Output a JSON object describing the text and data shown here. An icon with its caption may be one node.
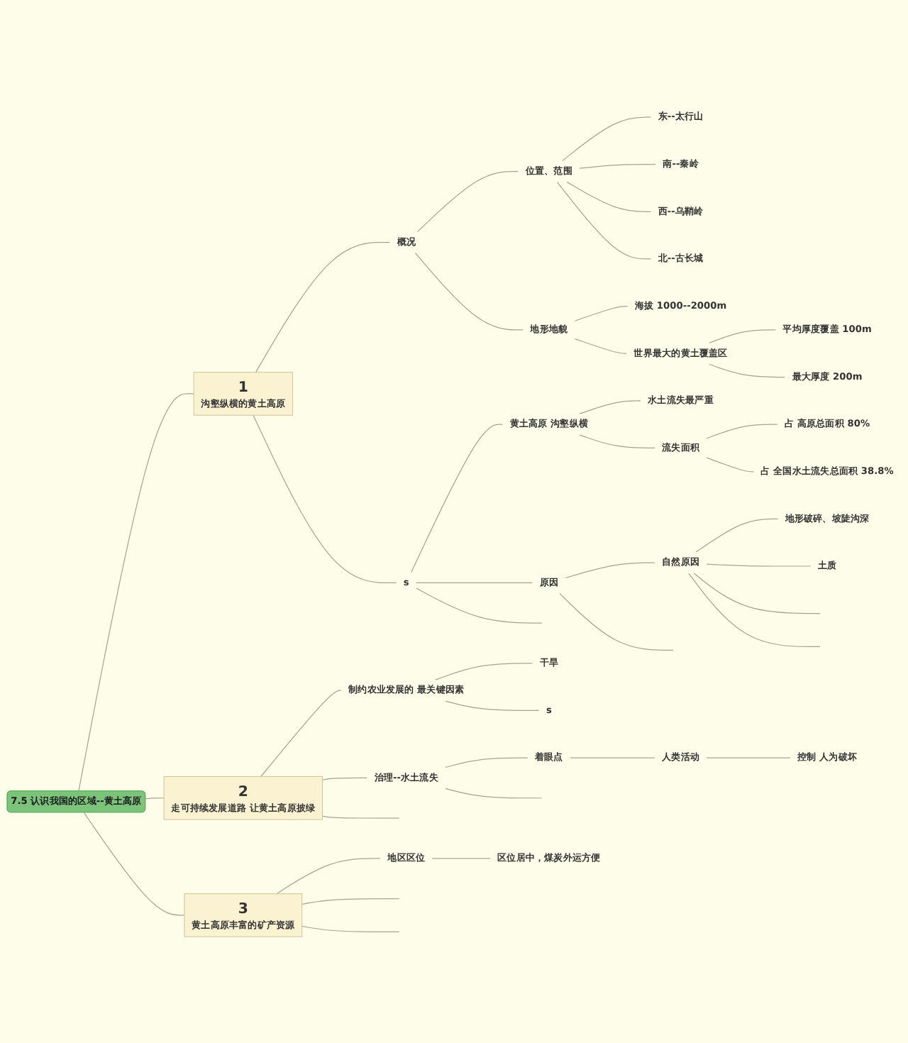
{
  "diagram": {
    "nodes": [
      {
        "text": [
          "7.5 认识我国的区域--黄土高原"
        ]
      },
      {
        "text": [
          "1",
          "沟壑纵横的黄土高原"
        ]
      },
      {
        "text": [
          "概况"
        ]
      },
      {
        "text": [
          "位置、范围"
        ]
      },
      {
        "text": [
          "东--太行山"
        ]
      },
      {
        "text": [
          "南--秦岭"
        ]
      },
      {
        "text": [
          "西--乌鞘岭"
        ]
      },
      {
        "text": [
          "北--古长城"
        ]
      },
      {
        "text": [
          "地形地貌"
        ]
      },
      {
        "text": [
          "海拔 1000--2000m"
        ]
      },
      {
        "text": [
          "世界最大的黄土覆盖区"
        ]
      },
      {
        "text": [
          "平均厚度覆盖 100m"
        ]
      },
      {
        "text": [
          "最大厚度 200m"
        ]
      },
      {
        "text": [
          "s"
        ]
      },
      {
        "text": [
          "黄土高原 沟壑纵横"
        ]
      },
      {
        "text": [
          "水土流失最严重"
        ]
      },
      {
        "text": [
          "流失面积"
        ]
      },
      {
        "text": [
          "占 高原总面积 80%"
        ]
      },
      {
        "text": [
          "占 全国水土流失总面积 38.8%"
        ]
      },
      {
        "text": [
          "原因"
        ]
      },
      {
        "text": [
          "自然原因"
        ]
      },
      {
        "text": [
          "地形破碎、坡陡沟深"
        ]
      },
      {
        "text": [
          "土质"
        ]
      },
      {
        "text": [
          "2",
          "走可持续发展道路 让黄土高原披绿"
        ]
      },
      {
        "text": [
          "制约农业发展的 最关键因素"
        ]
      },
      {
        "text": [
          "干旱"
        ]
      },
      {
        "text": [
          "s"
        ]
      },
      {
        "text": [
          "治理--水土流失"
        ]
      },
      {
        "text": [
          "着眼点"
        ]
      },
      {
        "text": [
          "人类活动"
        ]
      },
      {
        "text": [
          "控制 人为破坏"
        ]
      },
      {
        "text": [
          "3",
          "黄土高原丰富的矿产资源"
        ]
      },
      {
        "text": [
          "地区区位"
        ]
      },
      {
        "text": [
          "区位居中，煤炭外运方便"
        ]
      }
    ],
    "edges": [
      {
        "from": 0,
        "to": 1,
        "arrow": "none"
      },
      {
        "from": 1,
        "to": 2,
        "arrow": "none"
      },
      {
        "from": 2,
        "to": 3,
        "arrow": "none"
      },
      {
        "from": 3,
        "to": 4,
        "arrow": "none"
      },
      {
        "from": 3,
        "to": 5,
        "arrow": "none"
      },
      {
        "from": 3,
        "to": 6,
        "arrow": "none"
      },
      {
        "from": 3,
        "to": 7,
        "arrow": "none"
      },
      {
        "from": 2,
        "to": 8,
        "arrow": "none"
      },
      {
        "from": 8,
        "to": 9,
        "arrow": "none"
      },
      {
        "from": 8,
        "to": 10,
        "arrow": "none"
      },
      {
        "from": 10,
        "to": 11,
        "arrow": "none"
      },
      {
        "from": 10,
        "to": 12,
        "arrow": "none"
      },
      {
        "from": 1,
        "to": 13,
        "arrow": "none"
      },
      {
        "from": 13,
        "to": 14,
        "arrow": "none"
      },
      {
        "from": 14,
        "to": 15,
        "arrow": "none"
      },
      {
        "from": 14,
        "to": 16,
        "arrow": "none"
      },
      {
        "from": 16,
        "to": 17,
        "arrow": "none"
      },
      {
        "from": 16,
        "to": 18,
        "arrow": "none"
      },
      {
        "from": 13,
        "to": 19,
        "arrow": "none"
      },
      {
        "from": 19,
        "to": 20,
        "arrow": "none"
      },
      {
        "from": 20,
        "to": 21,
        "arrow": "none"
      },
      {
        "from": 20,
        "to": 22,
        "arrow": "none"
      },
      {
        "from": 20,
        "to": null,
        "arrow": "none"
      },
      {
        "from": 20,
        "to": null,
        "arrow": "none"
      },
      {
        "from": 19,
        "to": null,
        "arrow": "none"
      },
      {
        "from": 13,
        "to": null,
        "arrow": "none"
      },
      {
        "from": 0,
        "to": 23,
        "arrow": "none"
      },
      {
        "from": 23,
        "to": 24,
        "arrow": "none"
      },
      {
        "from": 24,
        "to": 25,
        "arrow": "none"
      },
      {
        "from": 24,
        "to": 26,
        "arrow": "none"
      },
      {
        "from": 23,
        "to": 27,
        "arrow": "none"
      },
      {
        "from": 27,
        "to": 28,
        "arrow": "none"
      },
      {
        "from": 28,
        "to": 29,
        "arrow": "none"
      },
      {
        "from": 29,
        "to": 30,
        "arrow": "none"
      },
      {
        "from": 27,
        "to": null,
        "arrow": "none"
      },
      {
        "from": 23,
        "to": null,
        "arrow": "none"
      },
      {
        "from": 0,
        "to": 31,
        "arrow": "none"
      },
      {
        "from": 31,
        "to": 32,
        "arrow": "none"
      },
      {
        "from": 32,
        "to": 33,
        "arrow": "none"
      },
      {
        "from": 31,
        "to": null,
        "arrow": "none"
      },
      {
        "from": 31,
        "to": null,
        "arrow": "none"
      }
    ]
  }
}
